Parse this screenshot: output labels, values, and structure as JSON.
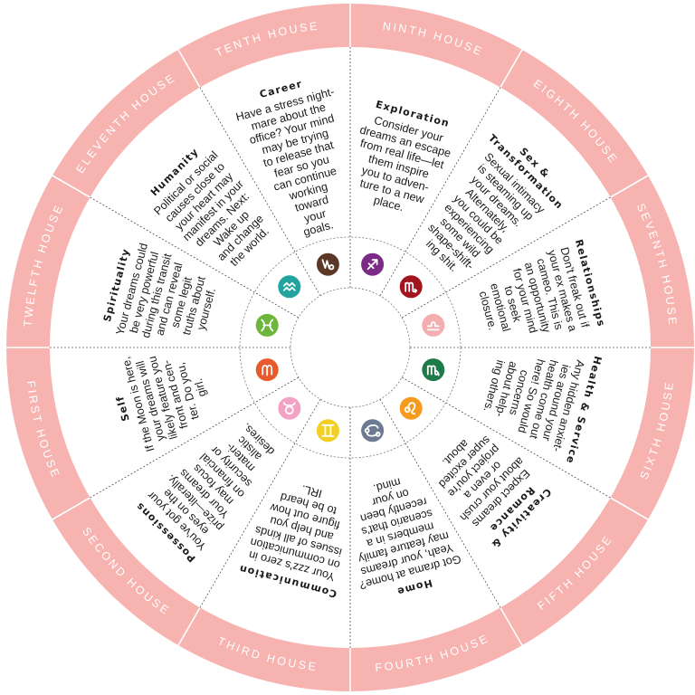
{
  "colors": {
    "ring": "#f7b3b0",
    "ring_line": "#ffffff",
    "divider": "#555555",
    "text": "#1a1a1a"
  },
  "houses": [
    {
      "house": "FIRST HOUSE",
      "title": [
        "Self"
      ],
      "body": [
        "If the Moon is here,",
        "your dreams will",
        "likely feature you",
        "front and cen-",
        "ter. Do you,",
        "girl."
      ],
      "sign": "aries",
      "sign_icon": "aries-icon",
      "sign_color": "#e85a2c"
    },
    {
      "house": "SECOND HOUSE",
      "title": [
        "Possessions"
      ],
      "body": [
        "You've got your",
        "eyes on the",
        "prize—literally.",
        "Your dreams",
        "may focus",
        "on financial",
        "security or",
        "materi-",
        "alistic",
        "desires."
      ],
      "sign": "taurus",
      "sign_icon": "taurus-icon",
      "sign_color": "#f2a3c4"
    },
    {
      "house": "THIRD HOUSE",
      "title": [
        "Communication"
      ],
      "body": [
        "Your zzz's zero in",
        "on communication",
        "issues of all kinds",
        "and help you",
        "figure out how",
        "to be heard",
        "IRL."
      ],
      "sign": "gemini",
      "sign_icon": "gemini-icon",
      "sign_color": "#f2cf20"
    },
    {
      "house": "FOURTH HOUSE",
      "title": [
        "Home"
      ],
      "body": [
        "Got drama at home?",
        "Yeah, your dreams",
        "may feature family",
        "members in a",
        "scenario that's",
        "recently been",
        "on your",
        "mind."
      ],
      "sign": "cancer",
      "sign_icon": "cancer-icon",
      "sign_color": "#6c7a92"
    },
    {
      "house": "FIFTH HOUSE",
      "title": [
        "Creativity &",
        "Romance"
      ],
      "body": [
        "Expect dreams",
        "about your crush",
        "or even a",
        "project you're",
        "super excited",
        "about."
      ],
      "sign": "leo",
      "sign_icon": "leo-icon",
      "sign_color": "#f59a1c"
    },
    {
      "house": "SIXTH HOUSE",
      "title": [
        "Health & Service"
      ],
      "body": [
        "Any hidden anxiet-",
        "ies around your",
        "health come out",
        "here! So would",
        "concerns",
        "about help-",
        "ing others."
      ],
      "sign": "virgo",
      "sign_icon": "virgo-icon",
      "sign_color": "#1f7a4a"
    },
    {
      "house": "SEVENTH HOUSE",
      "title": [
        "Relationships"
      ],
      "body": [
        "Don't freak out if",
        "your ex makes a",
        "cameo. This is",
        "an opportunity",
        "for your mind",
        "to seek",
        "emotional",
        "closure."
      ],
      "sign": "libra",
      "sign_icon": "libra-icon",
      "sign_color": "#f4aeb0"
    },
    {
      "house": "EIGHTH HOUSE",
      "title": [
        "Sex &",
        "Transformation"
      ],
      "body": [
        "Sexual intimacy",
        "is steaming up",
        "your dreams.",
        "Alternately,",
        "you could be",
        "experiencing",
        "some wild",
        "shape-shift-",
        "ing shit."
      ],
      "sign": "scorpio",
      "sign_icon": "scorpio-icon",
      "sign_color": "#a3151e"
    },
    {
      "house": "NINTH HOUSE",
      "title": [
        "Exploration"
      ],
      "body": [
        "Consider your",
        "dreams an escape",
        "from real life—let",
        "them inspire",
        "you to adven-",
        "ture to a new",
        "place."
      ],
      "sign": "sagittarius",
      "sign_icon": "sagittarius-icon",
      "sign_color": "#7b2a86"
    },
    {
      "house": "TENTH HOUSE",
      "title": [
        "Career"
      ],
      "body": [
        "Have a stress night-",
        "mare about the",
        "office? Your mind",
        "may be trying",
        "to release that",
        "fear so you",
        "can continue",
        "working",
        "toward",
        "your",
        "goals."
      ],
      "sign": "capricorn",
      "sign_icon": "capricorn-icon",
      "sign_color": "#5a3726"
    },
    {
      "house": "ELEVENTH HOUSE",
      "title": [
        "Humanity"
      ],
      "body": [
        "Political or social",
        "causes close to",
        "your heart may",
        "manifest in your",
        "dreams. Next:",
        "Wake up",
        "and change",
        "the world."
      ],
      "sign": "aquarius",
      "sign_icon": "aquarius-icon",
      "sign_color": "#22a3a0"
    },
    {
      "house": "TWELFTH HOUSE",
      "title": [
        "Spirituality"
      ],
      "body": [
        "Your dreams could",
        "be very powerful",
        "during this transit",
        "and can reveal",
        "some legit",
        "truths about",
        "yourself."
      ],
      "sign": "pisces",
      "sign_icon": "pisces-icon",
      "sign_color": "#6db53b"
    }
  ]
}
